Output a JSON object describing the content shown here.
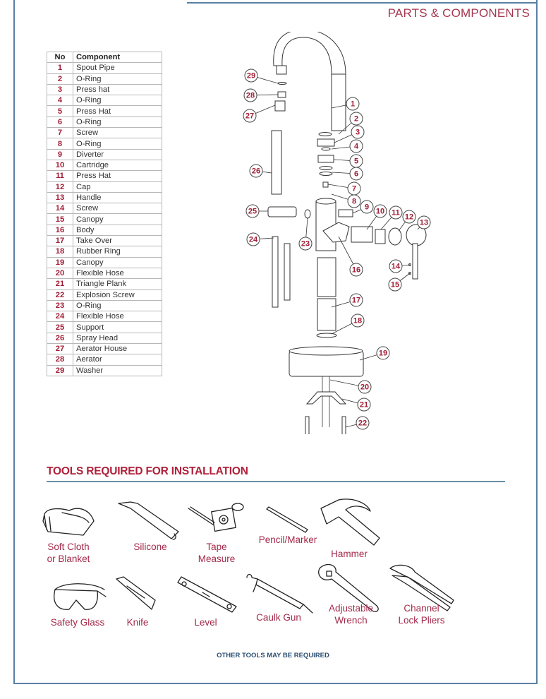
{
  "header": {
    "title": "PARTS & COMPONENTS"
  },
  "parts_table": {
    "headers": {
      "no": "No",
      "component": "Component"
    },
    "rows": [
      {
        "no": "1",
        "component": "Spout Pipe"
      },
      {
        "no": "2",
        "component": "O-Ring"
      },
      {
        "no": "3",
        "component": "Press hat"
      },
      {
        "no": "4",
        "component": "O-Ring"
      },
      {
        "no": "5",
        "component": "Press Hat"
      },
      {
        "no": "6",
        "component": "O-Ring"
      },
      {
        "no": "7",
        "component": "Screw"
      },
      {
        "no": "8",
        "component": "O-Ring"
      },
      {
        "no": "9",
        "component": "Diverter"
      },
      {
        "no": "10",
        "component": "Cartridge"
      },
      {
        "no": "11",
        "component": "Press Hat"
      },
      {
        "no": "12",
        "component": "Cap"
      },
      {
        "no": "13",
        "component": "Handle"
      },
      {
        "no": "14",
        "component": "Screw"
      },
      {
        "no": "15",
        "component": "Canopy"
      },
      {
        "no": "16",
        "component": "Body"
      },
      {
        "no": "17",
        "component": "Take Over"
      },
      {
        "no": "18",
        "component": "Rubber Ring"
      },
      {
        "no": "19",
        "component": "Canopy"
      },
      {
        "no": "20",
        "component": "Flexible Hose"
      },
      {
        "no": "21",
        "component": "Triangle Plank"
      },
      {
        "no": "22",
        "component": "Explosion Screw"
      },
      {
        "no": "23",
        "component": "O-Ring"
      },
      {
        "no": "24",
        "component": "Flexible Hose"
      },
      {
        "no": "25",
        "component": "Support"
      },
      {
        "no": "26",
        "component": "Spray Head"
      },
      {
        "no": "27",
        "component": "Aerator House"
      },
      {
        "no": "28",
        "component": "Aerator"
      },
      {
        "no": "29",
        "component": "Washer"
      }
    ]
  },
  "diagram": {
    "callouts": [
      "1",
      "2",
      "3",
      "4",
      "5",
      "6",
      "7",
      "8",
      "9",
      "10",
      "11",
      "12",
      "13",
      "14",
      "15",
      "16",
      "17",
      "18",
      "19",
      "20",
      "21",
      "22",
      "23",
      "24",
      "25",
      "26",
      "27",
      "28",
      "29"
    ]
  },
  "tools": {
    "title": "TOOLS REQUIRED FOR INSTALLATION",
    "items": [
      {
        "label": "Soft Cloth\nor Blanket",
        "icon": "cloth-icon"
      },
      {
        "label": "Silicone",
        "icon": "silicone-tube-icon"
      },
      {
        "label": "Tape\nMeasure",
        "icon": "tape-measure-icon"
      },
      {
        "label": "Pencil/Marker",
        "icon": "pencil-icon"
      },
      {
        "label": "Hammer",
        "icon": "hammer-icon"
      },
      {
        "label": "Safety Glass",
        "icon": "safety-glasses-icon"
      },
      {
        "label": "Knife",
        "icon": "utility-knife-icon"
      },
      {
        "label": "Level",
        "icon": "level-icon"
      },
      {
        "label": "Caulk Gun",
        "icon": "caulk-gun-icon"
      },
      {
        "label": "Adjustable\nWrench",
        "icon": "adjustable-wrench-icon"
      },
      {
        "label": "Channel\nLock Pliers",
        "icon": "pliers-icon"
      }
    ],
    "footnote": "OTHER TOOLS MAY BE REQUIRED"
  },
  "colors": {
    "accent_red": "#a11d36",
    "frame_blue": "#5a7fa3",
    "footnote_blue": "#2b4f73"
  }
}
